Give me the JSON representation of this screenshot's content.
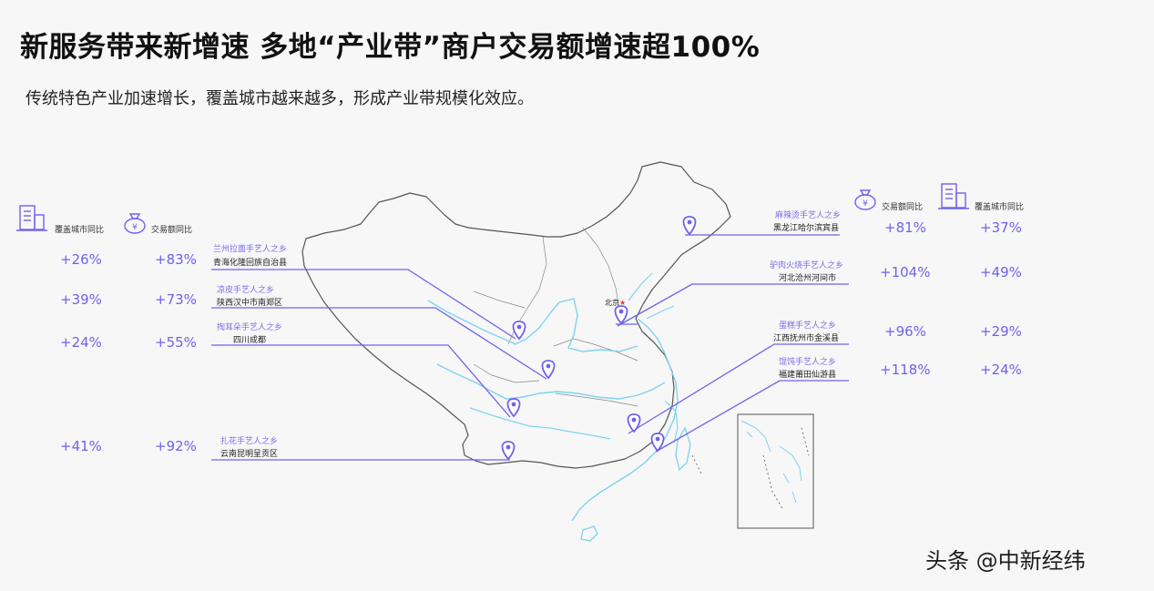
{
  "title": "新服务带来新增速  多地“产业带”商户交易额增速超100%",
  "subtitle": "传统特色产业加速增长，覆盖城市越来越多，形成产业带规模化效应。",
  "headers": {
    "city_cover": "覆盖城市同比",
    "trade_volume": "交易额同比"
  },
  "beijing": {
    "label": "北京",
    "star": "★"
  },
  "left_items": [
    {
      "region": "兰州拉面手艺人之乡",
      "location": "青海化隆回族自治县",
      "city_cover": "+26%",
      "trade": "+83%"
    },
    {
      "region": "凉皮手艺人之乡",
      "location": "陕西汉中市南郑区",
      "city_cover": "+39%",
      "trade": "+73%"
    },
    {
      "region": "掏耳朵手艺人之乡",
      "location": "四川成都",
      "city_cover": "+24%",
      "trade": "+55%"
    },
    {
      "region": "扎花手艺人之乡",
      "location": "云南昆明呈贡区",
      "city_cover": "+41%",
      "trade": "+92%"
    }
  ],
  "right_items": [
    {
      "region": "麻辣烫手艺人之乡",
      "location": "黑龙江哈尔滨宾县",
      "trade": "+81%",
      "city_cover": "+37%"
    },
    {
      "region": "驴肉火烧手艺人之乡",
      "location": "河北沧州河间市",
      "trade": "+104%",
      "city_cover": "+49%"
    },
    {
      "region": "蛋糕手艺人之乡",
      "location": "江西抚州市金溪县",
      "trade": "+96%",
      "city_cover": "+29%"
    },
    {
      "region": "馄饨手艺人之乡",
      "location": "福建莆田仙游县",
      "trade": "+118%",
      "city_cover": "+24%"
    }
  ],
  "watermark": "头条 @中新经纬",
  "colors": {
    "accent": "#6f62ea",
    "river": "#7ed3f0",
    "border": "#555555",
    "beijing_star": "#e03c3c"
  },
  "icons": [
    "building-icon",
    "money-bag-icon",
    "location-pin-icon"
  ]
}
